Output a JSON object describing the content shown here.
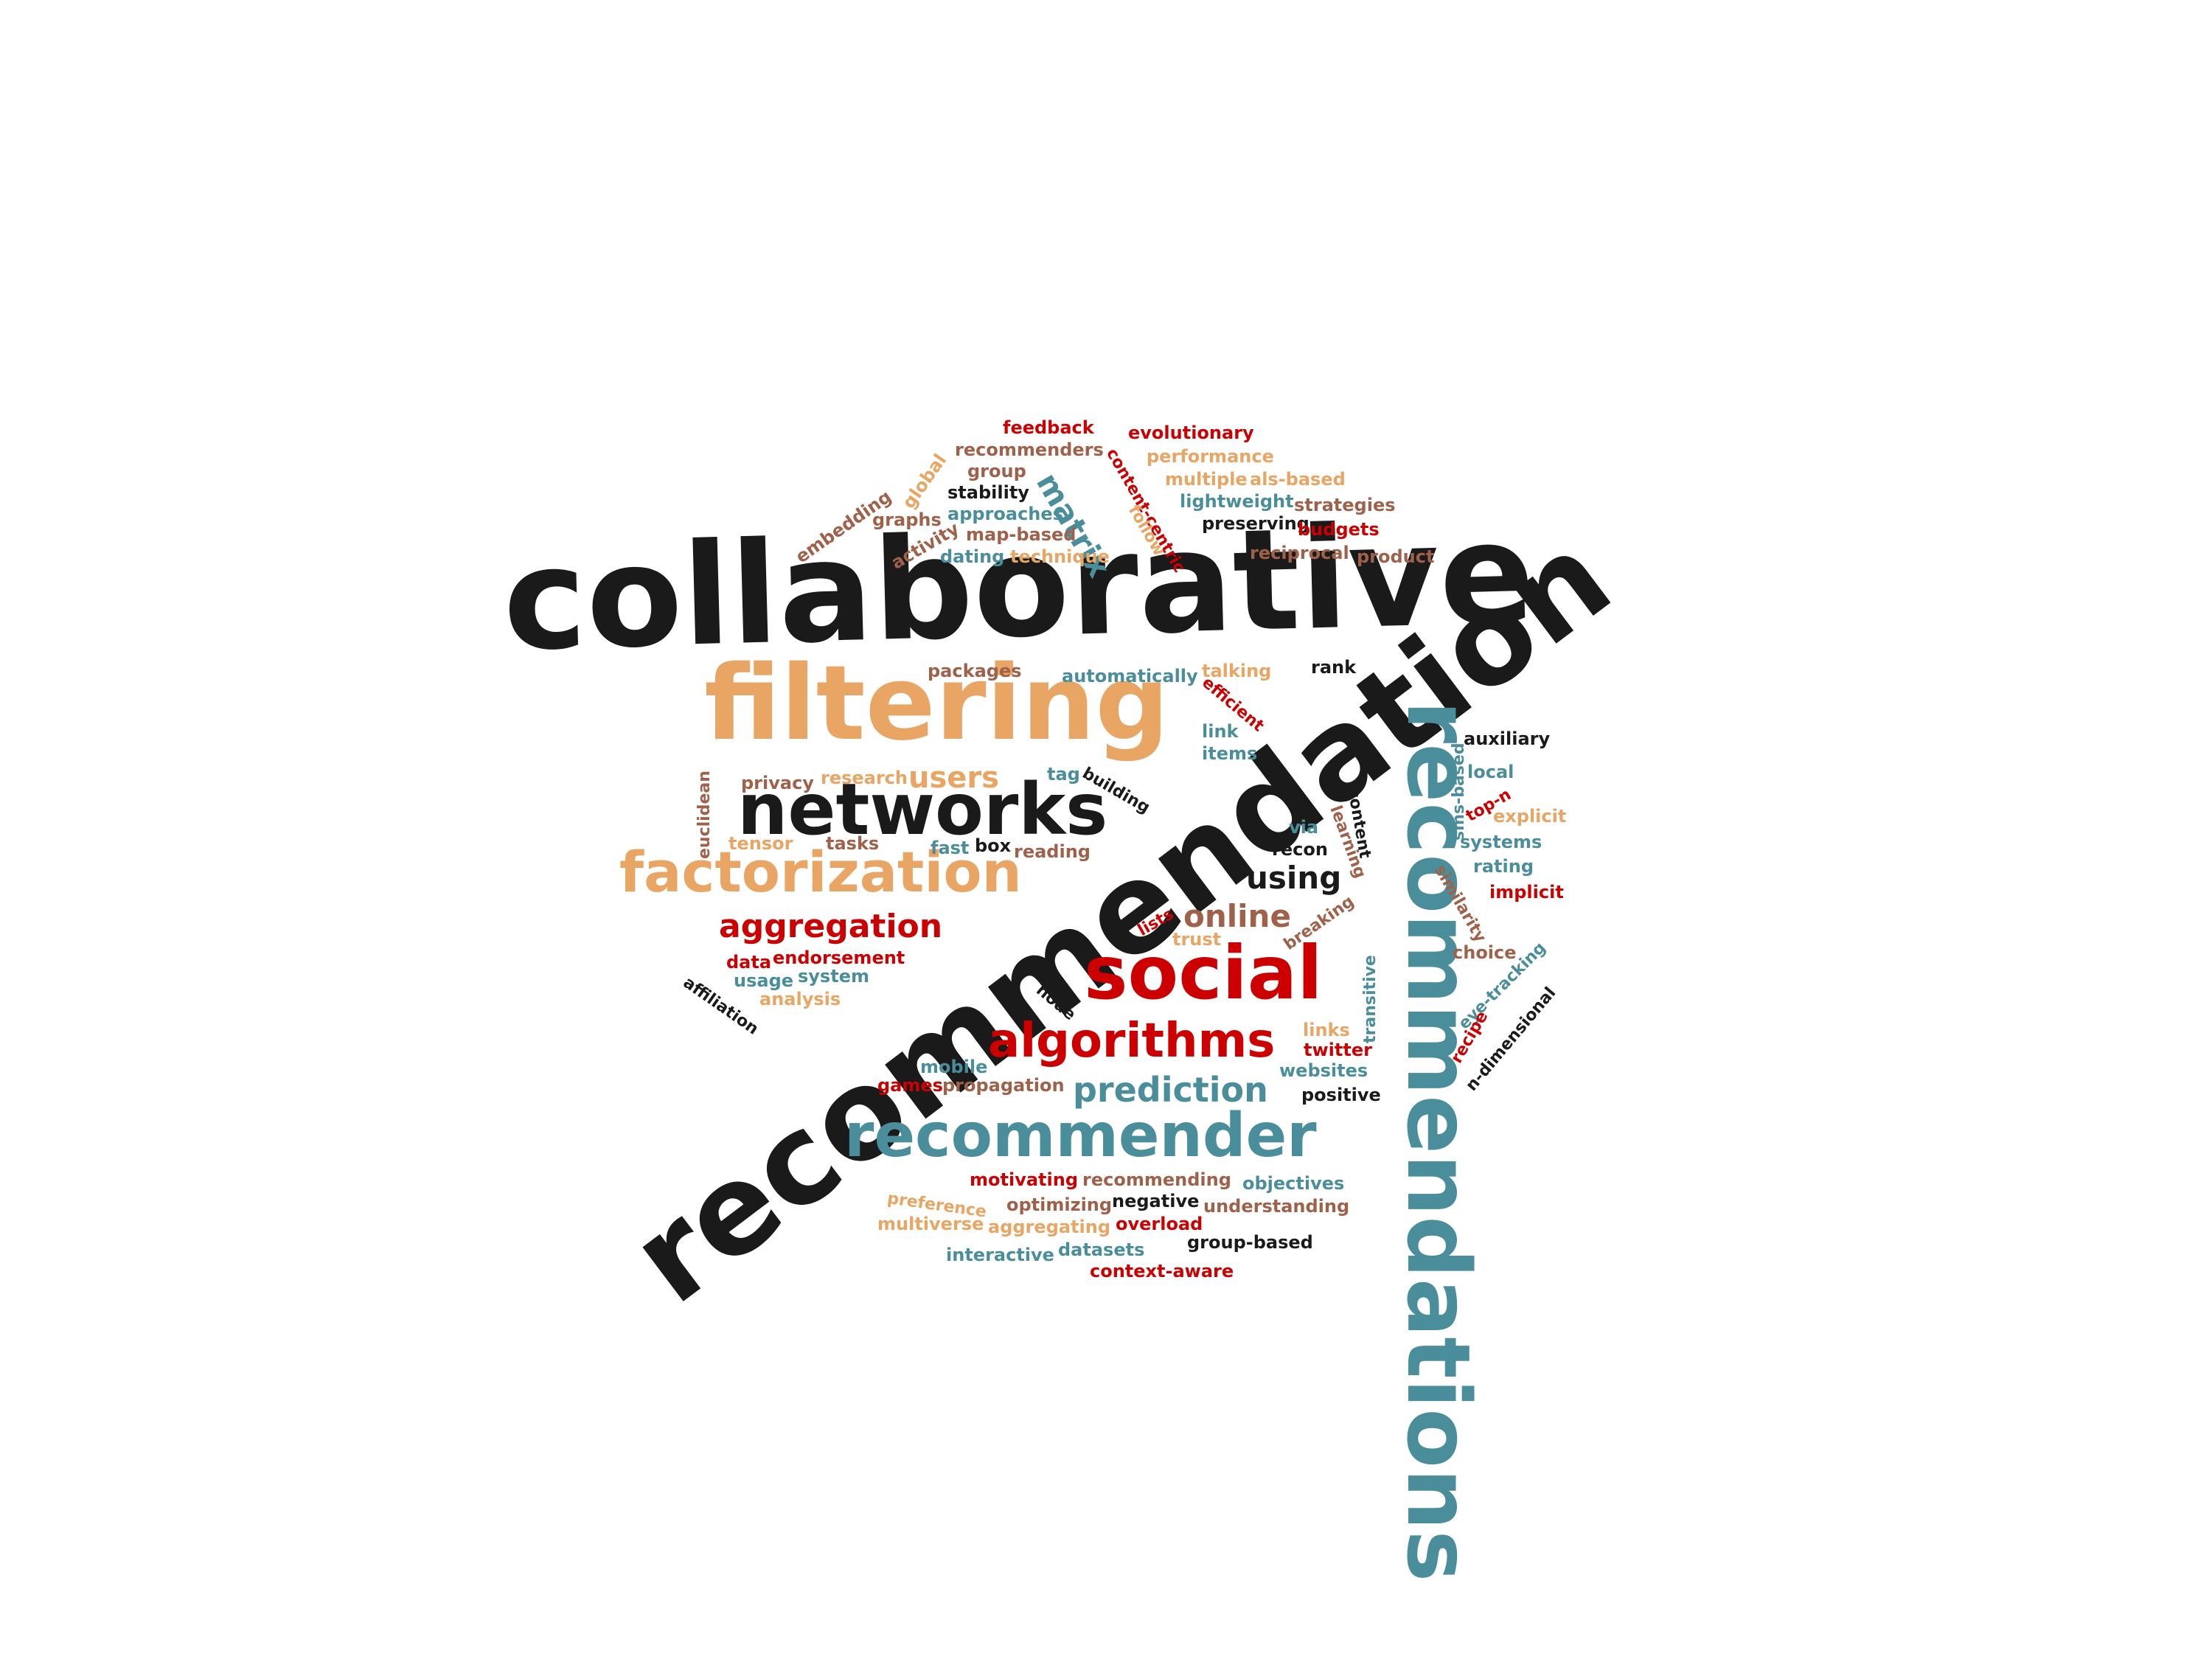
{
  "colors": {
    "black": "#1a1a1a",
    "tan": "#e8a563",
    "red": "#cc0000",
    "teal": "#4a8e9b",
    "brown": "#a0614a"
  },
  "words": [
    "collaborative",
    "recommendation",
    "recommendations",
    "filtering",
    "networks",
    "factorization",
    "social",
    "recommender",
    "algorithms",
    "prediction",
    "aggregation",
    "online",
    "using",
    "users",
    "matrix",
    "feedback",
    "evolutionary",
    "recommenders",
    "performance",
    "group",
    "content-centric",
    "multiple",
    "als-based",
    "global",
    "stability",
    "lightweight",
    "strategies",
    "embedding",
    "graphs",
    "approaches",
    "preserving",
    "budgets",
    "follow",
    "activity",
    "map-based",
    "reciprocal",
    "product",
    "dating",
    "technique",
    "packages",
    "automatically",
    "talking",
    "rank",
    "efficient",
    "link",
    "auxiliary",
    "items",
    "privacy",
    "research",
    "tag",
    "building",
    "euclidean",
    "sms-based",
    "local",
    "top-n",
    "content",
    "via",
    "learning",
    "explicit",
    "tensor",
    "tasks",
    "fast",
    "box",
    "reading",
    "recon",
    "systems",
    "similarity",
    "rating",
    "implicit",
    "breaking",
    "lists",
    "trust",
    "choice",
    "data",
    "endorsement",
    "usage",
    "system",
    "eye-tracking",
    "transitive",
    "affiliation",
    "analysis",
    "node",
    "links",
    "recipe",
    "n-dimensional",
    "twitter",
    "mobile",
    "websites",
    "games",
    "propagation",
    "positive",
    "preference",
    "motivating",
    "recommending",
    "objectives",
    "optimizing",
    "negative",
    "understanding",
    "multiverse",
    "aggregating",
    "overload",
    "group-based",
    "interactive",
    "datasets",
    "context-aware"
  ]
}
